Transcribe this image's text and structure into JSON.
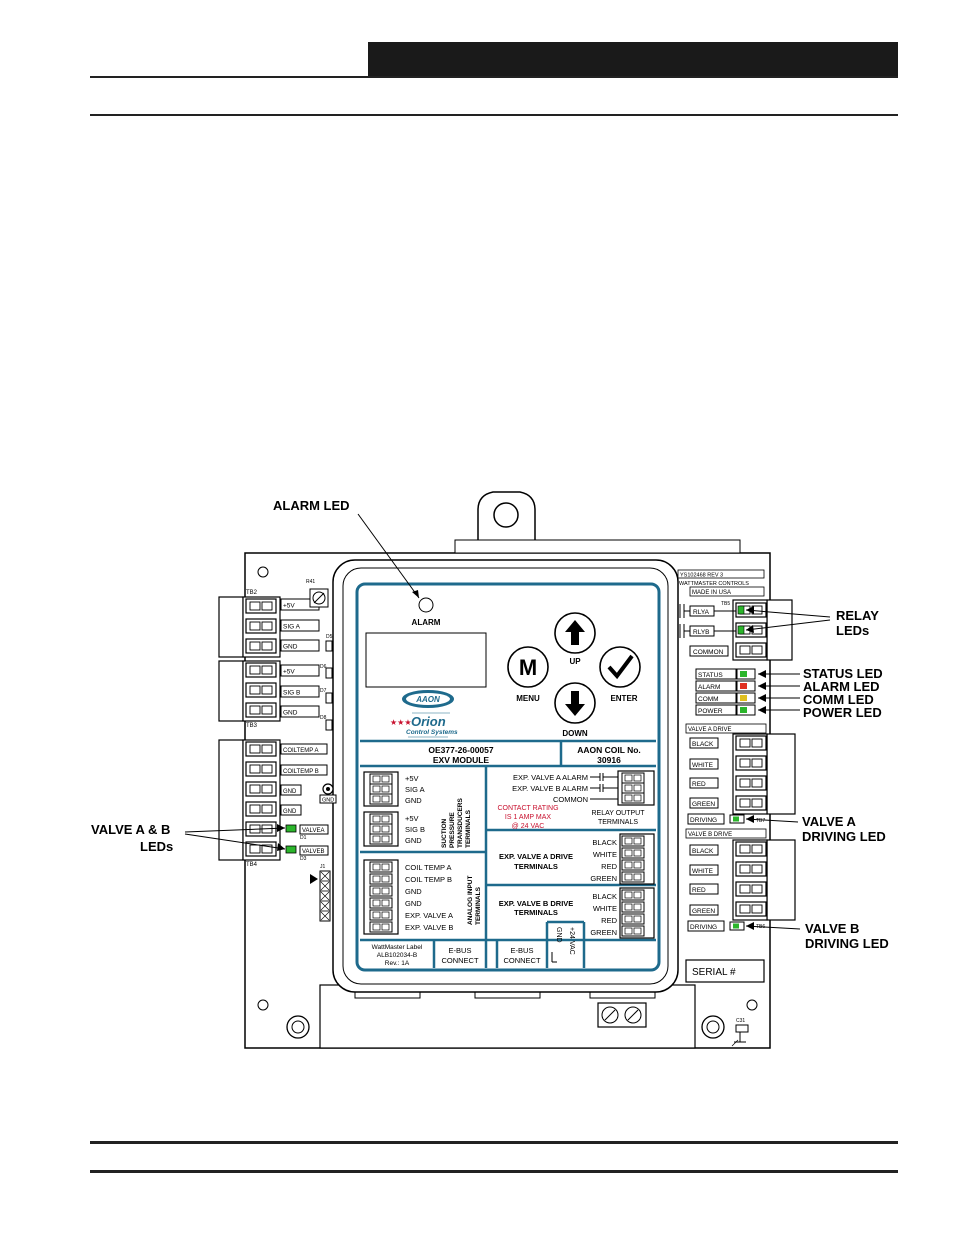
{
  "callouts": {
    "alarm_led": "ALARM LED",
    "relay_leds_1": "RELAY",
    "relay_leds_2": "LEDs",
    "status_led": "STATUS LED",
    "alarm_led_right": "ALARM LED",
    "comm_led": "COMM LED",
    "power_led": "POWER LED",
    "valve_a_driving_1": "VALVE A",
    "valve_a_driving_2": "DRIVING LED",
    "valve_b_driving_1": "VALVE B",
    "valve_b_driving_2": "DRIVING LED",
    "valve_ab_leds_1": "VALVE A & B",
    "valve_ab_leds_2": "LEDs"
  },
  "board": {
    "label_rev": "YS102468 REV 3",
    "label_maker": "WATTMASTER CONTROLS",
    "label_made": "MADE IN USA",
    "tb2": "TB2",
    "tb3": "TB3",
    "tb4": "TB4",
    "tb5": "TB5",
    "tb6": "TB6",
    "tb7": "TB7",
    "r41": "R41",
    "d5": "D5",
    "d6": "D6",
    "d7": "D7",
    "d8": "D8",
    "d1": "D1",
    "d3": "D3",
    "j1": "J1",
    "c31": "C31",
    "left_top_labels": [
      "+5V",
      "SIG A",
      "GND"
    ],
    "left_mid_labels": [
      "+5V",
      "SIG B",
      "GND"
    ],
    "left_bot_labels": [
      "COILTEMP A",
      "COILTEMP B",
      "GND",
      "GND",
      "VALVEA",
      "VALVEB"
    ],
    "gnd_label": "GND",
    "relay_labels": [
      "RLYA",
      "RLYB",
      "COMMON"
    ],
    "led_labels": [
      "STATUS",
      "ALARM",
      "COMM",
      "POWER"
    ],
    "valve_a_drive": "VALVE A DRIVE",
    "valve_b_drive": "VALVE B DRIVE",
    "drive_wires": [
      "BLACK",
      "WHITE",
      "RED",
      "GREEN"
    ],
    "driving": "DRIVING",
    "serial": "SERIAL #"
  },
  "panel": {
    "alarm": "ALARM",
    "btn_up": "UP",
    "btn_down": "DOWN",
    "btn_menu": "MENU",
    "btn_enter": "ENTER",
    "menu_glyph": "M",
    "aaon": "AAON",
    "orion": "Orion",
    "control_systems": "Control Systems",
    "module_no": "OE377-26-00057",
    "module_name": "EXV MODULE",
    "coil_title": "AAON COIL No.",
    "coil_no": "30916",
    "suction_labels": [
      "+5V",
      "SIG A",
      "GND",
      "+5V",
      "SIG B",
      "GND"
    ],
    "suction_title": [
      "SUCTION",
      "PRESSURE",
      "TRANSDUCERS",
      "TERMINALS"
    ],
    "relay_alarm_a": "EXP. VALVE A ALARM",
    "relay_alarm_b": "EXP. VALVE B ALARM",
    "relay_common": "COMMON",
    "contact_1": "CONTACT RATING",
    "contact_2": "IS 1 AMP MAX",
    "contact_3": "@ 24 VAC",
    "relay_out_1": "RELAY OUTPUT",
    "relay_out_2": "TERMINALS",
    "analog_labels": [
      "COIL TEMP A",
      "COIL TEMP B",
      "GND",
      "GND",
      "EXP. VALVE A",
      "EXP. VALVE B"
    ],
    "analog_title": [
      "ANALOG INPUT",
      "TERMINALS"
    ],
    "valve_a_title_1": "EXP. VALVE A DRIVE",
    "valve_a_title_2": "TERMINALS",
    "valve_b_title_1": "EXP. VALVE B DRIVE",
    "valve_b_title_2": "TERMINALS",
    "wires": [
      "BLACK",
      "WHITE",
      "RED",
      "GREEN"
    ],
    "wm_label_1": "WattMaster Label",
    "wm_label_2": "ALB102034-B",
    "wm_label_3": "Rev.: 1A",
    "ebus_1": "E-BUS",
    "ebus_2": "CONNECT",
    "gnd_vert": "GND",
    "vac_vert": "+24 VAC"
  },
  "colors": {
    "panel_blue": "#1e6a8c",
    "led_green": "#2bb52b",
    "led_red": "#e03020",
    "led_yellow": "#e0c020",
    "contact_red": "#c8102e",
    "header": "#1a1a1a"
  }
}
